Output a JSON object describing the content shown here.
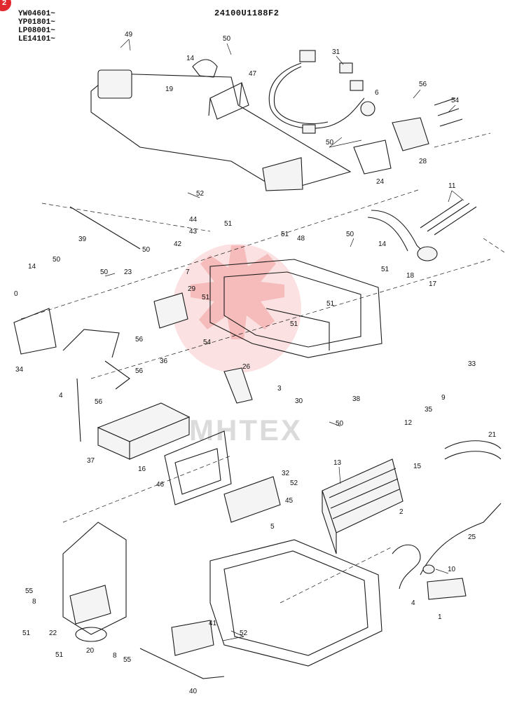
{
  "badge": {
    "label": "2"
  },
  "document_code": "24100U1188F2",
  "model_codes": [
    "YW04601~",
    "YP01801~",
    "LP08001~",
    "LE14101~"
  ],
  "watermark": {
    "text": "MHTEX",
    "color": "#e85a5a"
  },
  "callouts": [
    {
      "id": "49",
      "label": "49"
    },
    {
      "id": "50a",
      "label": "50"
    },
    {
      "id": "14a",
      "label": "14"
    },
    {
      "id": "47",
      "label": "47"
    },
    {
      "id": "19",
      "label": "19"
    },
    {
      "id": "31",
      "label": "31"
    },
    {
      "id": "6",
      "label": "6"
    },
    {
      "id": "56a",
      "label": "56"
    },
    {
      "id": "54a",
      "label": "54"
    },
    {
      "id": "50b",
      "label": "50"
    },
    {
      "id": "28",
      "label": "28"
    },
    {
      "id": "24",
      "label": "24"
    },
    {
      "id": "11",
      "label": "11"
    },
    {
      "id": "52a",
      "label": "52"
    },
    {
      "id": "44",
      "label": "44"
    },
    {
      "id": "43",
      "label": "43"
    },
    {
      "id": "42",
      "label": "42"
    },
    {
      "id": "39",
      "label": "39"
    },
    {
      "id": "51a",
      "label": "51"
    },
    {
      "id": "51b",
      "label": "51"
    },
    {
      "id": "48",
      "label": "48"
    },
    {
      "id": "50c",
      "label": "50"
    },
    {
      "id": "14b",
      "label": "14"
    },
    {
      "id": "18",
      "label": "18"
    },
    {
      "id": "17",
      "label": "17"
    },
    {
      "id": "51c",
      "label": "51"
    },
    {
      "id": "50d",
      "label": "50"
    },
    {
      "id": "50e",
      "label": "50"
    },
    {
      "id": "23",
      "label": "23"
    },
    {
      "id": "7",
      "label": "7"
    },
    {
      "id": "14c",
      "label": "14"
    },
    {
      "id": "50f",
      "label": "50"
    },
    {
      "id": "0",
      "label": "0"
    },
    {
      "id": "29",
      "label": "29"
    },
    {
      "id": "51d",
      "label": "51"
    },
    {
      "id": "51e",
      "label": "51"
    },
    {
      "id": "51f",
      "label": "51"
    },
    {
      "id": "54b",
      "label": "54"
    },
    {
      "id": "56b",
      "label": "56"
    },
    {
      "id": "36",
      "label": "36"
    },
    {
      "id": "34",
      "label": "34"
    },
    {
      "id": "56c",
      "label": "56"
    },
    {
      "id": "26",
      "label": "26"
    },
    {
      "id": "3",
      "label": "3"
    },
    {
      "id": "33",
      "label": "33"
    },
    {
      "id": "4a",
      "label": "4"
    },
    {
      "id": "56d",
      "label": "56"
    },
    {
      "id": "9",
      "label": "9"
    },
    {
      "id": "38",
      "label": "38"
    },
    {
      "id": "30",
      "label": "30"
    },
    {
      "id": "35",
      "label": "35"
    },
    {
      "id": "12",
      "label": "12"
    },
    {
      "id": "50g",
      "label": "50"
    },
    {
      "id": "21",
      "label": "21"
    },
    {
      "id": "37",
      "label": "37"
    },
    {
      "id": "16",
      "label": "16"
    },
    {
      "id": "13",
      "label": "13"
    },
    {
      "id": "15",
      "label": "15"
    },
    {
      "id": "46",
      "label": "46"
    },
    {
      "id": "32",
      "label": "32"
    },
    {
      "id": "52b",
      "label": "52"
    },
    {
      "id": "45",
      "label": "45"
    },
    {
      "id": "2",
      "label": "2"
    },
    {
      "id": "5",
      "label": "5"
    },
    {
      "id": "25",
      "label": "25"
    },
    {
      "id": "10",
      "label": "10"
    },
    {
      "id": "55a",
      "label": "55"
    },
    {
      "id": "8a",
      "label": "8"
    },
    {
      "id": "4b",
      "label": "4"
    },
    {
      "id": "1",
      "label": "1"
    },
    {
      "id": "51g",
      "label": "51"
    },
    {
      "id": "22",
      "label": "22"
    },
    {
      "id": "41",
      "label": "41"
    },
    {
      "id": "52c",
      "label": "52"
    },
    {
      "id": "51h",
      "label": "51"
    },
    {
      "id": "20",
      "label": "20"
    },
    {
      "id": "8b",
      "label": "8"
    },
    {
      "id": "55b",
      "label": "55"
    },
    {
      "id": "40",
      "label": "40"
    }
  ]
}
